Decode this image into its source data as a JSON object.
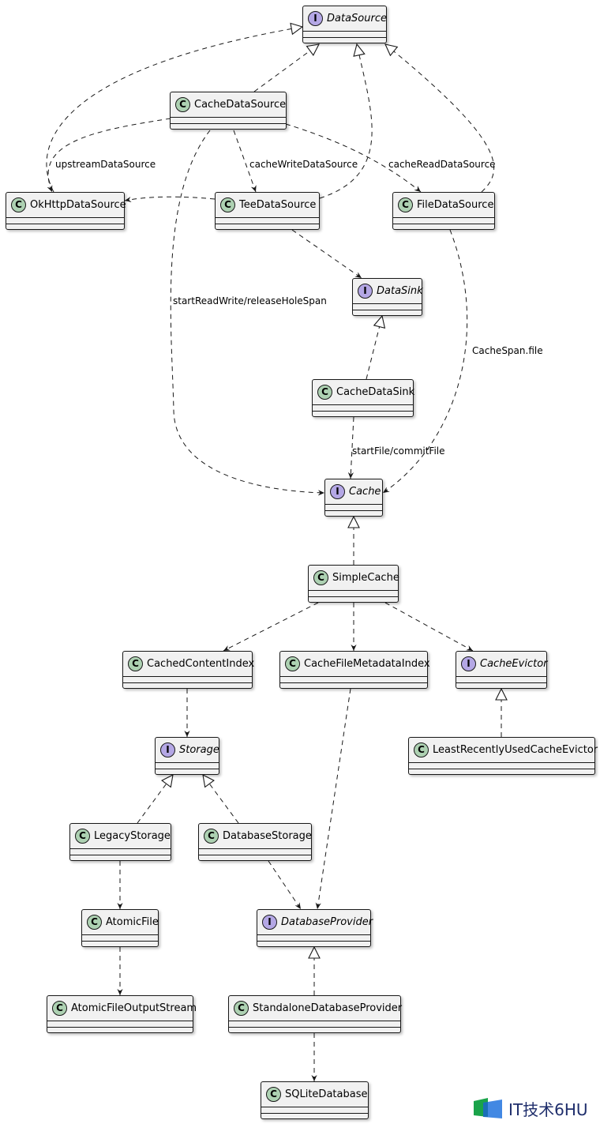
{
  "diagram": {
    "nodes": [
      {
        "id": "DataSource",
        "label": "DataSource",
        "kind": "interface"
      },
      {
        "id": "CacheDataSource",
        "label": "CacheDataSource",
        "kind": "class"
      },
      {
        "id": "OkHttpDataSource",
        "label": "OkHttpDataSource",
        "kind": "class"
      },
      {
        "id": "TeeDataSource",
        "label": "TeeDataSource",
        "kind": "class"
      },
      {
        "id": "FileDataSource",
        "label": "FileDataSource",
        "kind": "class"
      },
      {
        "id": "DataSink",
        "label": "DataSink",
        "kind": "interface"
      },
      {
        "id": "CacheDataSink",
        "label": "CacheDataSink",
        "kind": "class"
      },
      {
        "id": "Cache",
        "label": "Cache",
        "kind": "interface"
      },
      {
        "id": "SimpleCache",
        "label": "SimpleCache",
        "kind": "class"
      },
      {
        "id": "CachedContentIndex",
        "label": "CachedContentIndex",
        "kind": "class"
      },
      {
        "id": "CacheFileMetadataIndex",
        "label": "CacheFileMetadataIndex",
        "kind": "class"
      },
      {
        "id": "CacheEvictor",
        "label": "CacheEvictor",
        "kind": "interface"
      },
      {
        "id": "Storage",
        "label": "Storage",
        "kind": "interface"
      },
      {
        "id": "LeastRecentlyUsedCacheEvictor",
        "label": "LeastRecentlyUsedCacheEvictor",
        "kind": "class"
      },
      {
        "id": "LegacyStorage",
        "label": "LegacyStorage",
        "kind": "class"
      },
      {
        "id": "DatabaseStorage",
        "label": "DatabaseStorage",
        "kind": "class"
      },
      {
        "id": "AtomicFile",
        "label": "AtomicFile",
        "kind": "class"
      },
      {
        "id": "DatabaseProvider",
        "label": "DatabaseProvider",
        "kind": "interface"
      },
      {
        "id": "AtomicFileOutputStream",
        "label": "AtomicFileOutputStream",
        "kind": "class"
      },
      {
        "id": "StandaloneDatabaseProvider",
        "label": "StandaloneDatabaseProvider",
        "kind": "class"
      },
      {
        "id": "SQLiteDatabase",
        "label": "SQLiteDatabase",
        "kind": "class"
      }
    ],
    "edges": [
      {
        "from": "OkHttpDataSource",
        "to": "DataSource",
        "type": "implements",
        "label": ""
      },
      {
        "from": "CacheDataSource",
        "to": "DataSource",
        "type": "implements",
        "label": ""
      },
      {
        "from": "TeeDataSource",
        "to": "DataSource",
        "type": "implements",
        "label": ""
      },
      {
        "from": "FileDataSource",
        "to": "DataSource",
        "type": "implements",
        "label": ""
      },
      {
        "from": "CacheDataSource",
        "to": "OkHttpDataSource",
        "type": "depends",
        "label": "upstreamDataSource"
      },
      {
        "from": "CacheDataSource",
        "to": "TeeDataSource",
        "type": "depends",
        "label": "cacheWriteDataSource"
      },
      {
        "from": "CacheDataSource",
        "to": "FileDataSource",
        "type": "depends",
        "label": "cacheReadDataSource"
      },
      {
        "from": "TeeDataSource",
        "to": "OkHttpDataSource",
        "type": "depends",
        "label": ""
      },
      {
        "from": "CacheDataSource",
        "to": "Cache",
        "type": "depends",
        "label": "startReadWrite/releaseHoleSpan"
      },
      {
        "from": "TeeDataSource",
        "to": "DataSink",
        "type": "depends",
        "label": ""
      },
      {
        "from": "CacheDataSink",
        "to": "DataSink",
        "type": "implements",
        "label": ""
      },
      {
        "from": "FileDataSource",
        "to": "Cache",
        "type": "depends",
        "label": "CacheSpan.file"
      },
      {
        "from": "CacheDataSink",
        "to": "Cache",
        "type": "depends",
        "label": "startFile/commitFile"
      },
      {
        "from": "SimpleCache",
        "to": "Cache",
        "type": "implements",
        "label": ""
      },
      {
        "from": "SimpleCache",
        "to": "CachedContentIndex",
        "type": "depends",
        "label": ""
      },
      {
        "from": "SimpleCache",
        "to": "CacheFileMetadataIndex",
        "type": "depends",
        "label": ""
      },
      {
        "from": "SimpleCache",
        "to": "CacheEvictor",
        "type": "depends",
        "label": ""
      },
      {
        "from": "CachedContentIndex",
        "to": "Storage",
        "type": "depends",
        "label": ""
      },
      {
        "from": "LeastRecentlyUsedCacheEvictor",
        "to": "CacheEvictor",
        "type": "implements",
        "label": ""
      },
      {
        "from": "LegacyStorage",
        "to": "Storage",
        "type": "implements",
        "label": ""
      },
      {
        "from": "DatabaseStorage",
        "to": "Storage",
        "type": "implements",
        "label": ""
      },
      {
        "from": "CacheFileMetadataIndex",
        "to": "DatabaseProvider",
        "type": "depends",
        "label": ""
      },
      {
        "from": "DatabaseStorage",
        "to": "DatabaseProvider",
        "type": "depends",
        "label": ""
      },
      {
        "from": "LegacyStorage",
        "to": "AtomicFile",
        "type": "depends",
        "label": ""
      },
      {
        "from": "AtomicFile",
        "to": "AtomicFileOutputStream",
        "type": "depends",
        "label": ""
      },
      {
        "from": "StandaloneDatabaseProvider",
        "to": "DatabaseProvider",
        "type": "implements",
        "label": ""
      },
      {
        "from": "StandaloneDatabaseProvider",
        "to": "SQLiteDatabase",
        "type": "depends",
        "label": ""
      }
    ]
  },
  "badges": {
    "class": "C",
    "interface": "I"
  },
  "watermark": {
    "text": "IT技术6HU",
    "logo_icon": "it-logo-icon",
    "logo_colors": [
      "#1aa34a",
      "#2d7be0"
    ]
  }
}
